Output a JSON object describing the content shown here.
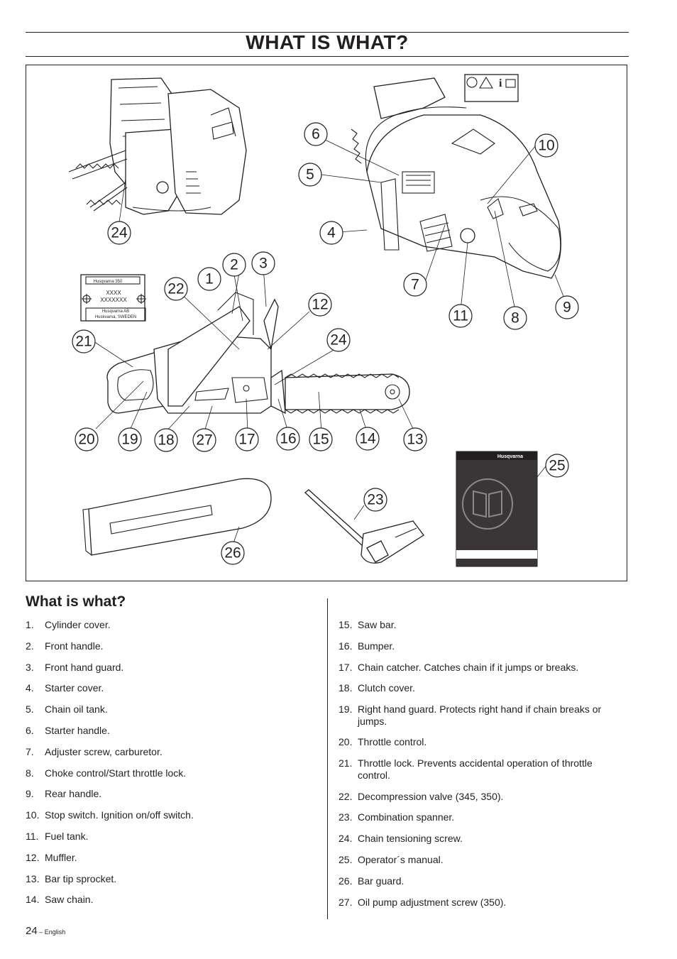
{
  "page": {
    "title": "WHAT IS WHAT?",
    "section_heading": "What is what?",
    "footer_page": "24",
    "footer_lang": " – English"
  },
  "figure": {
    "plate_model": "Husqvarna 350",
    "plate_line1": "XXXX",
    "plate_line2": "XXXXXXX",
    "plate_maker": "Husqvarna AB",
    "plate_address": "Huskvarna, SWEDEN",
    "manual_brand": "Husqvarna",
    "callouts": [
      "1",
      "2",
      "3",
      "4",
      "5",
      "6",
      "7",
      "8",
      "9",
      "10",
      "11",
      "12",
      "13",
      "14",
      "15",
      "16",
      "17",
      "18",
      "19",
      "20",
      "21",
      "22",
      "23",
      "24",
      "24",
      "25",
      "26",
      "27"
    ]
  },
  "items_left": [
    {
      "num": "1.",
      "text": "Cylinder cover."
    },
    {
      "num": "2.",
      "text": "Front handle."
    },
    {
      "num": "3.",
      "text": "Front hand guard."
    },
    {
      "num": "4.",
      "text": "Starter cover."
    },
    {
      "num": "5.",
      "text": "Chain oil tank."
    },
    {
      "num": "6.",
      "text": "Starter handle."
    },
    {
      "num": "7.",
      "text": "Adjuster screw, carburetor."
    },
    {
      "num": "8.",
      "text": "Choke control/Start throttle lock."
    },
    {
      "num": "9.",
      "text": "Rear handle."
    },
    {
      "num": "10.",
      "text": "Stop switch. Ignition on/off switch."
    },
    {
      "num": "11.",
      "text": "Fuel tank."
    },
    {
      "num": "12.",
      "text": "Muffler."
    },
    {
      "num": "13.",
      "text": "Bar tip sprocket."
    },
    {
      "num": "14.",
      "text": "Saw chain."
    }
  ],
  "items_right": [
    {
      "num": "15.",
      "text": "Saw bar."
    },
    {
      "num": "16.",
      "text": "Bumper."
    },
    {
      "num": "17.",
      "text": "Chain catcher. Catches chain if it jumps or breaks."
    },
    {
      "num": "18.",
      "text": "Clutch cover."
    },
    {
      "num": "19.",
      "text": "Right hand guard. Protects right hand if chain breaks or jumps."
    },
    {
      "num": "20.",
      "text": "Throttle control."
    },
    {
      "num": "21.",
      "text": "Throttle lock. Prevents accidental operation of throttle control."
    },
    {
      "num": "22.",
      "text": "Decompression valve (345, 350)."
    },
    {
      "num": "23.",
      "text": "Combination spanner."
    },
    {
      "num": "24.",
      "text": "Chain tensioning screw."
    },
    {
      "num": "25.",
      "text": "Operator´s manual."
    },
    {
      "num": "26.",
      "text": "Bar guard."
    },
    {
      "num": "27.",
      "text": "Oil pump adjustment screw (350)."
    }
  ]
}
